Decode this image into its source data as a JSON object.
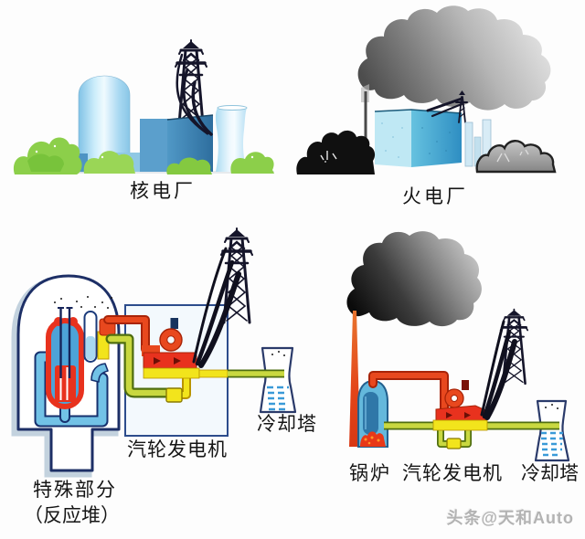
{
  "sections": {
    "nuclear_plant": {
      "caption": "核电厂"
    },
    "thermal_plant": {
      "caption": "火电厂"
    },
    "nuclear_schematic": {
      "reactor_caption_line1": "特殊部分",
      "reactor_caption_line2": "（反应堆）",
      "turbine_caption": "汽轮发电机",
      "cooling_tower_caption": "冷却塔"
    },
    "thermal_schematic": {
      "boiler_caption": "锅炉",
      "turbine_caption": "汽轮发电机",
      "cooling_tower_caption": "冷却塔"
    }
  },
  "watermark": {
    "text": "头条@天和Auto"
  },
  "colors": {
    "schematic_red": "#e8481e",
    "schematic_red_dark": "#a82408",
    "schematic_yellow": "#f2e41c",
    "pipe_olive": "#c9d840",
    "pipe_olive_outline": "#4f6e10",
    "coolant_blue": "#72c2e6",
    "outline_navy": "#1d2f66",
    "plant_blue": "#4a94c4",
    "dome_blue": "#9bd4f0",
    "grass_green": "#8ccf4a",
    "smoke_gray": "#8a8a8a",
    "coal_black": "#101010",
    "fire_orange": "#ff9828"
  }
}
